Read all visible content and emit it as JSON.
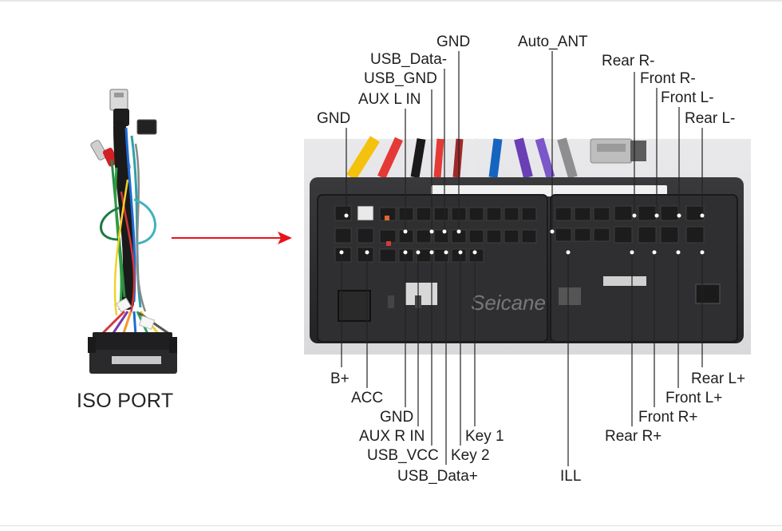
{
  "left_caption": "ISO PORT",
  "watermark": "Seicane",
  "colors": {
    "arrow": "#e8131b",
    "leader": "#222222",
    "connector_body": "#2d2d2f",
    "photo_bg": "#dfdfe2"
  },
  "icons": {
    "harness": "iso-harness-photo",
    "connector": "connector-closeup-photo",
    "pointer": "red-arrow-icon"
  },
  "pins_top": [
    "GND",
    "USB_Data-",
    "USB_GND",
    "AUX L IN",
    "GND",
    "Auto_ANT",
    "Rear R-",
    "Front R-",
    "Front L-",
    "Rear L-"
  ],
  "pins_bottom": [
    "B+",
    "ACC",
    "GND",
    "AUX R IN",
    "USB_VCC",
    "USB_Data+",
    "Key 2",
    "Key 1",
    "ILL",
    "Rear R+",
    "Front R+",
    "Front L+",
    "Rear L+"
  ]
}
